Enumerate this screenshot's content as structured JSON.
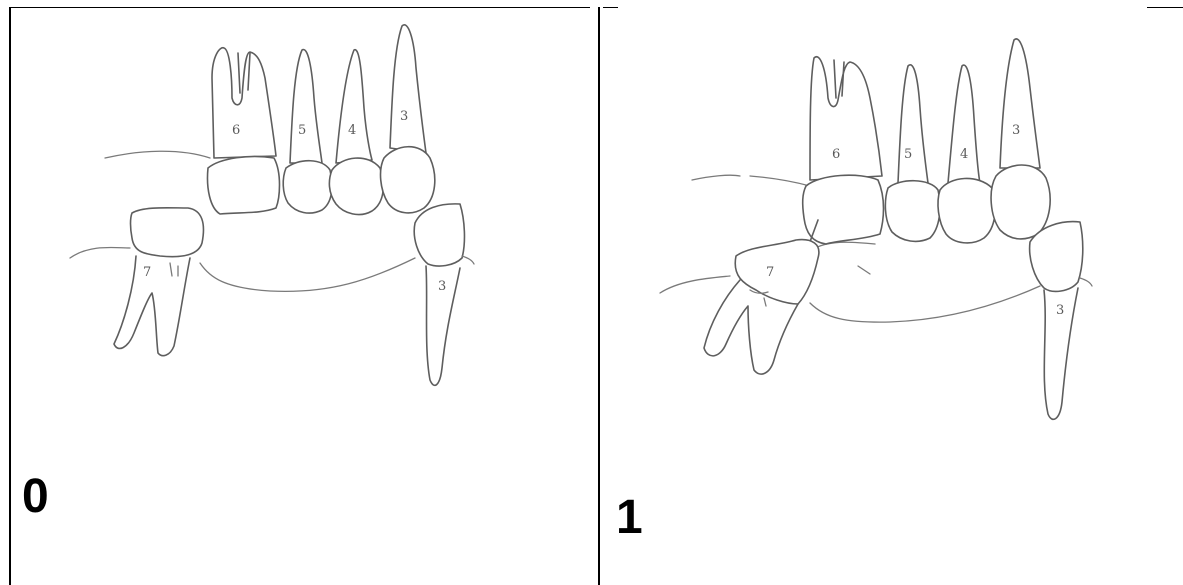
{
  "panels": [
    {
      "label": "0",
      "tooth_labels": {
        "upper_6": "6",
        "upper_5": "5",
        "upper_4": "4",
        "upper_3": "3",
        "lower_7": "7",
        "lower_3": "3"
      }
    },
    {
      "label": "1",
      "tooth_labels": {
        "upper_6": "6",
        "upper_5": "5",
        "upper_4": "4",
        "upper_3": "3",
        "lower_7": "7",
        "lower_3": "3"
      }
    }
  ]
}
